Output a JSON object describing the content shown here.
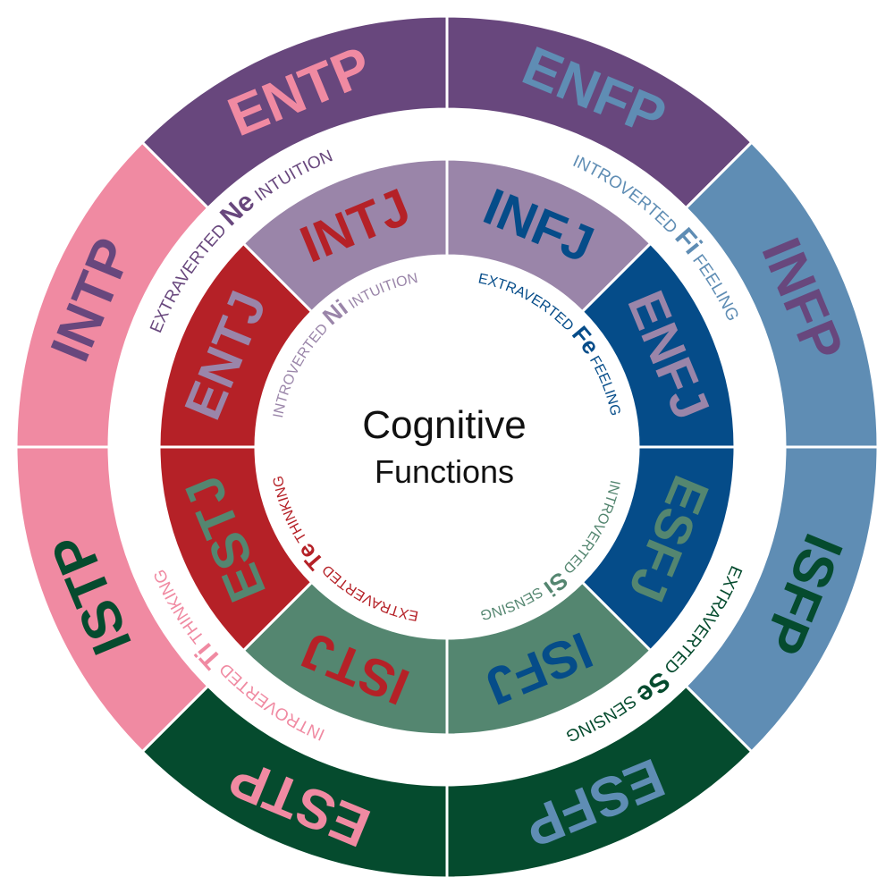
{
  "center": {
    "line1": "Cognitive",
    "line2": "Functions"
  },
  "colors": {
    "outer_purple": "#68477d",
    "outer_blue": "#5f8db4",
    "outer_pink": "#f08aa2",
    "outer_green": "#054b2e",
    "inner_lavender": "#9a85a9",
    "inner_navy": "#054c89",
    "inner_red": "#b52127",
    "inner_sage": "#548670",
    "gap": "#ffffff"
  },
  "outer_ring": [
    {
      "label": "ENFP",
      "fill": "outer_purple",
      "text": "outer_blue"
    },
    {
      "label": "INFP",
      "fill": "outer_blue",
      "text": "outer_purple"
    },
    {
      "label": "ISFP",
      "fill": "outer_blue",
      "text": "outer_green"
    },
    {
      "label": "ESFP",
      "fill": "outer_green",
      "text": "outer_blue"
    },
    {
      "label": "ESTP",
      "fill": "outer_green",
      "text": "outer_pink"
    },
    {
      "label": "ISTP",
      "fill": "outer_pink",
      "text": "outer_green"
    },
    {
      "label": "INTP",
      "fill": "outer_pink",
      "text": "outer_purple"
    },
    {
      "label": "ENTP",
      "fill": "outer_purple",
      "text": "outer_pink"
    }
  ],
  "inner_ring": [
    {
      "label": "INFJ",
      "fill": "inner_lavender",
      "text": "inner_navy"
    },
    {
      "label": "ENFJ",
      "fill": "inner_navy",
      "text": "inner_lavender"
    },
    {
      "label": "ESFJ",
      "fill": "inner_navy",
      "text": "inner_sage"
    },
    {
      "label": "ISFJ",
      "fill": "inner_sage",
      "text": "inner_navy"
    },
    {
      "label": "ISTJ",
      "fill": "inner_sage",
      "text": "inner_red"
    },
    {
      "label": "ESTJ",
      "fill": "inner_red",
      "text": "inner_sage"
    },
    {
      "label": "ENTJ",
      "fill": "inner_red",
      "text": "inner_lavender"
    },
    {
      "label": "INTJ",
      "fill": "inner_lavender",
      "text": "inner_red"
    }
  ],
  "outer_functions": [
    {
      "prefix": "INTROVERTED",
      "code": "Fi",
      "suffix": "FEELING",
      "color": "outer_blue"
    },
    {
      "prefix": "EXTRAVERTED",
      "code": "Se",
      "suffix": "SENSING",
      "color": "outer_green"
    },
    {
      "prefix": "INTROVERTED",
      "code": "Ti",
      "suffix": "THINKING",
      "color": "outer_pink"
    },
    {
      "prefix": "EXTRAVERTED",
      "code": "Ne",
      "suffix": "INTUITION",
      "color": "outer_purple"
    }
  ],
  "inner_functions": [
    {
      "prefix": "EXTRAVERTED",
      "code": "Fe",
      "suffix": "FEELING",
      "color": "inner_navy"
    },
    {
      "prefix": "INTROVERTED",
      "code": "Si",
      "suffix": "SENSING",
      "color": "inner_sage"
    },
    {
      "prefix": "EXTRAVERTED",
      "code": "Te",
      "suffix": "THINKING",
      "color": "inner_red"
    },
    {
      "prefix": "INTROVERTED",
      "code": "Ni",
      "suffix": "INTUITION",
      "color": "inner_lavender"
    }
  ]
}
